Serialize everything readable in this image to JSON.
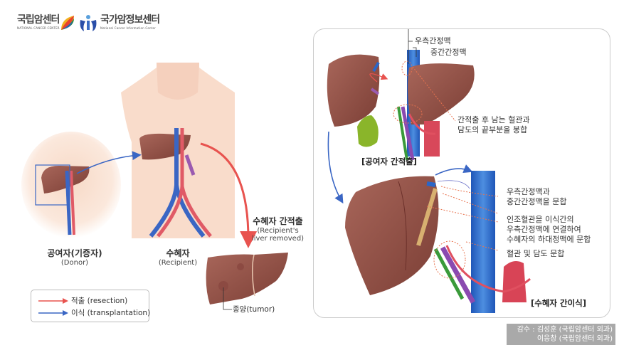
{
  "logos": {
    "ncc_name": "국립암센터",
    "ncc_sub": "NATIONAL CANCER CENTER",
    "ncic_name": "국가암정보센터",
    "ncic_sub": "National Cancer Information Center"
  },
  "left": {
    "donor_label": "공여자(기증자)",
    "donor_sub": "(Donor)",
    "recipient_label": "수혜자",
    "recipient_sub": "(Recipient)",
    "removal_label": "수혜자 간적출",
    "removal_sub1": "(Recipient's",
    "removal_sub2": "liver removed)",
    "tumor_label": "종양(tumor)"
  },
  "legend": {
    "resection": "적출 (resection)",
    "transplantation": "이식 (transplantation)",
    "resection_color": "#e8534f",
    "transplantation_color": "#3a66c4"
  },
  "panel": {
    "top": {
      "right_hepatic_vein": "우측간정맥",
      "middle_hepatic_vein": "중간간정맥",
      "note_line1": "간적출 후 남는 혈관과",
      "note_line2": "담도의 끝부분을 봉합",
      "caption": "[공여자 간적출]"
    },
    "bottom": {
      "note1_line1": "우측간정맥과",
      "note1_line2": "중간간정맥을 문합",
      "note2_line1": "인조혈관을 이식간의",
      "note2_line2": "우측간정맥에 연결하여",
      "note2_line3": "수혜자의 하대정맥에 문합",
      "note3": "혈관 및 담도 문합",
      "caption": "[수혜자 간이식]"
    }
  },
  "credit": {
    "line1": "감수 : 김성훈 (국립암센터 외과)",
    "line2": "이응창 (국립암센터 외과)"
  }
}
